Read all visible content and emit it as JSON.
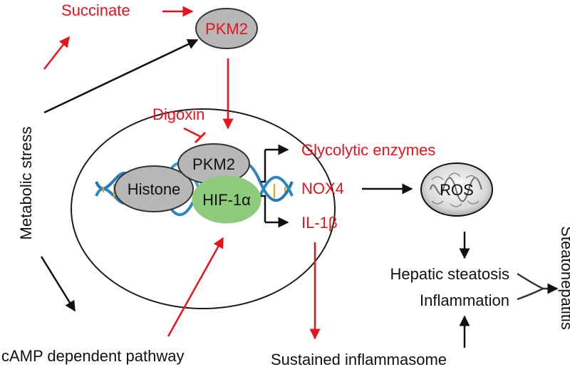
{
  "colors": {
    "red": "#e8141b",
    "black": "#111111",
    "node_gray": "#b7b7b7",
    "hif_green": "#8dca7a",
    "cell_border": "#1a1a1a"
  },
  "labels": {
    "succinate": "Succinate",
    "pkm2_top": "PKM2",
    "metabolic_stress": "Metabolic stress",
    "digoxin": "Digoxin",
    "glycolytic_enzymes": "Glycolytic enzymes",
    "nox4": "NOX4",
    "il1b": "IL-1β",
    "ros": "ROS",
    "histone": "Histone",
    "pkm2_complex": "PKM2",
    "hif1a": "HIF-1α",
    "hepatic_steatosis": "Hepatic steatosis",
    "inflammation": "Inflammation",
    "steatohepatitis": "Steatohepatitis",
    "camp_pathway": "cAMP dependent pathway",
    "sustained_inflammasome": "Sustained inflammasome"
  },
  "icons": {
    "dna": "dna-helix-icon",
    "mitochondrion": "mitochondrion-icon"
  }
}
